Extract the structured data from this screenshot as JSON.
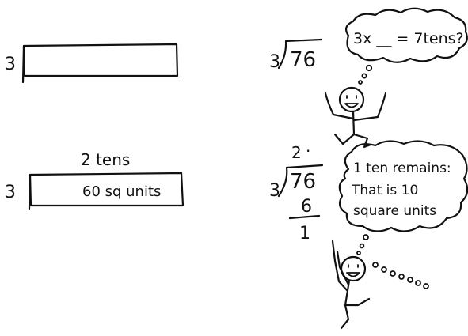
{
  "panel_top_left": {
    "divisor": "3"
  },
  "panel_top_right": {
    "divisor": "3",
    "dividend": "76",
    "thought": "3x __ = 7tens?"
  },
  "panel_bottom_left": {
    "top_label": "2 tens",
    "divisor": "3",
    "inside_label": "60 sq units"
  },
  "panel_bottom_right": {
    "divisor": "3",
    "quotient": "2",
    "quotient_mark": ".",
    "dividend": "76",
    "product": "6",
    "remainder": "1",
    "thought_lines": [
      "1 ten remains:",
      "That is 10",
      "square units"
    ]
  }
}
